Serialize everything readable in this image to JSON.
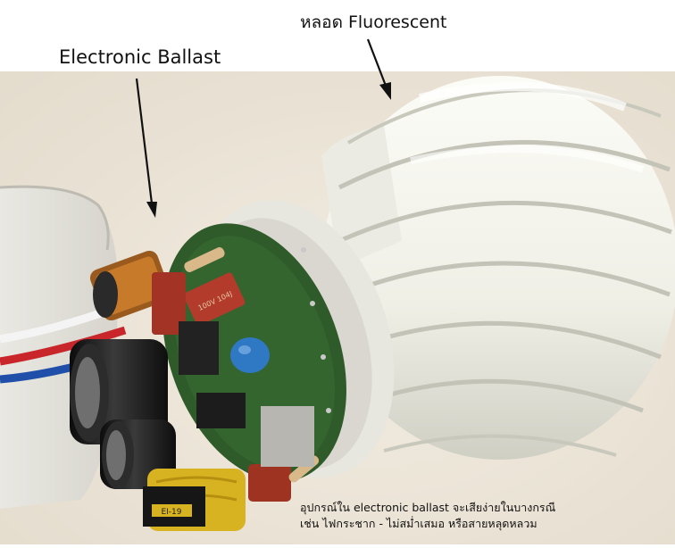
{
  "labels": {
    "fluorescent": "หลอด Fluorescent",
    "ballast": "Electronic Ballast"
  },
  "caption": {
    "line1": "อุปกรณ์ใน electronic ballast จะเสียง่ายในบางกรณี",
    "line2": "เช่น ไฟกระชาก - ไม่สม่ำเสมอ หรือสายหลุดหลวม"
  },
  "component_text": {
    "red_capacitor": "100V 104J",
    "transformer": "EI-19"
  },
  "colors": {
    "pcb": "#2f5a2a",
    "tube": "#f1f1ea",
    "red_capacitor": "#b23b2c",
    "blue_capacitor": "#2f78c4",
    "yellow_coil": "#d8b321",
    "electrolytic": "#1a1a1a"
  }
}
